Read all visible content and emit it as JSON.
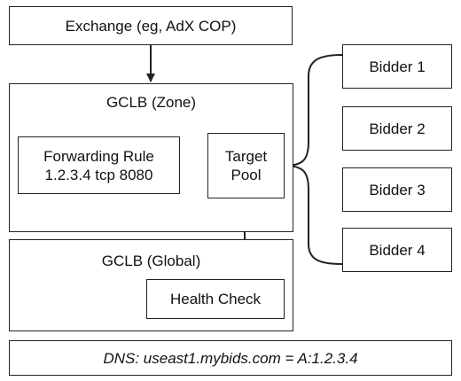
{
  "exchange": {
    "label": "Exchange (eg, AdX COP)"
  },
  "zone": {
    "title": "GCLB (Zone)",
    "forwarding_rule": {
      "line1": "Forwarding Rule",
      "line2": "1.2.3.4 tcp 8080"
    },
    "target_pool": {
      "line1": "Target",
      "line2": "Pool"
    }
  },
  "global": {
    "title": "GCLB (Global)",
    "health_check": {
      "label": "Health Check"
    }
  },
  "bidders": [
    {
      "label": "Bidder 1"
    },
    {
      "label": "Bidder 2"
    },
    {
      "label": "Bidder 3"
    },
    {
      "label": "Bidder 4"
    }
  ],
  "dns": {
    "label": "DNS: useast1.mybids.com = A:1.2.3.4"
  },
  "colors": {
    "stroke": "#222222",
    "text": "#111111",
    "background": "#ffffff"
  }
}
